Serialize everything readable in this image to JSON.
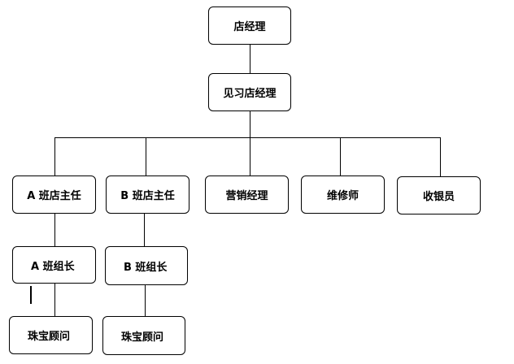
{
  "org_chart": {
    "store_manager": "店经理",
    "trainee_store_manager": "见习店经理",
    "a_shift_supervisor": "A 班店主任",
    "b_shift_supervisor": "B 班店主任",
    "marketing_manager": "营销经理",
    "maintenance_technician": "维修师",
    "cashier": "收银员",
    "a_team_leader": "A 班组长",
    "b_team_leader": "B 班组长",
    "a_jewelry_consultant": "珠宝顾问",
    "b_jewelry_consultant": "珠宝顾问"
  }
}
